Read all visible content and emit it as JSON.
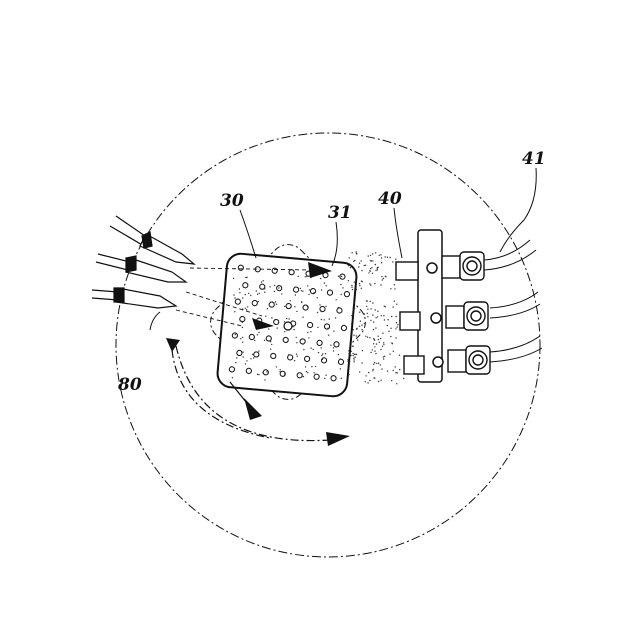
{
  "figure": {
    "labels": {
      "holder": "30",
      "holes": "31",
      "nozzle": "40",
      "pipe": "41",
      "torch": "80"
    },
    "colors": {
      "ink": "#111111",
      "background": "#ffffff"
    }
  }
}
